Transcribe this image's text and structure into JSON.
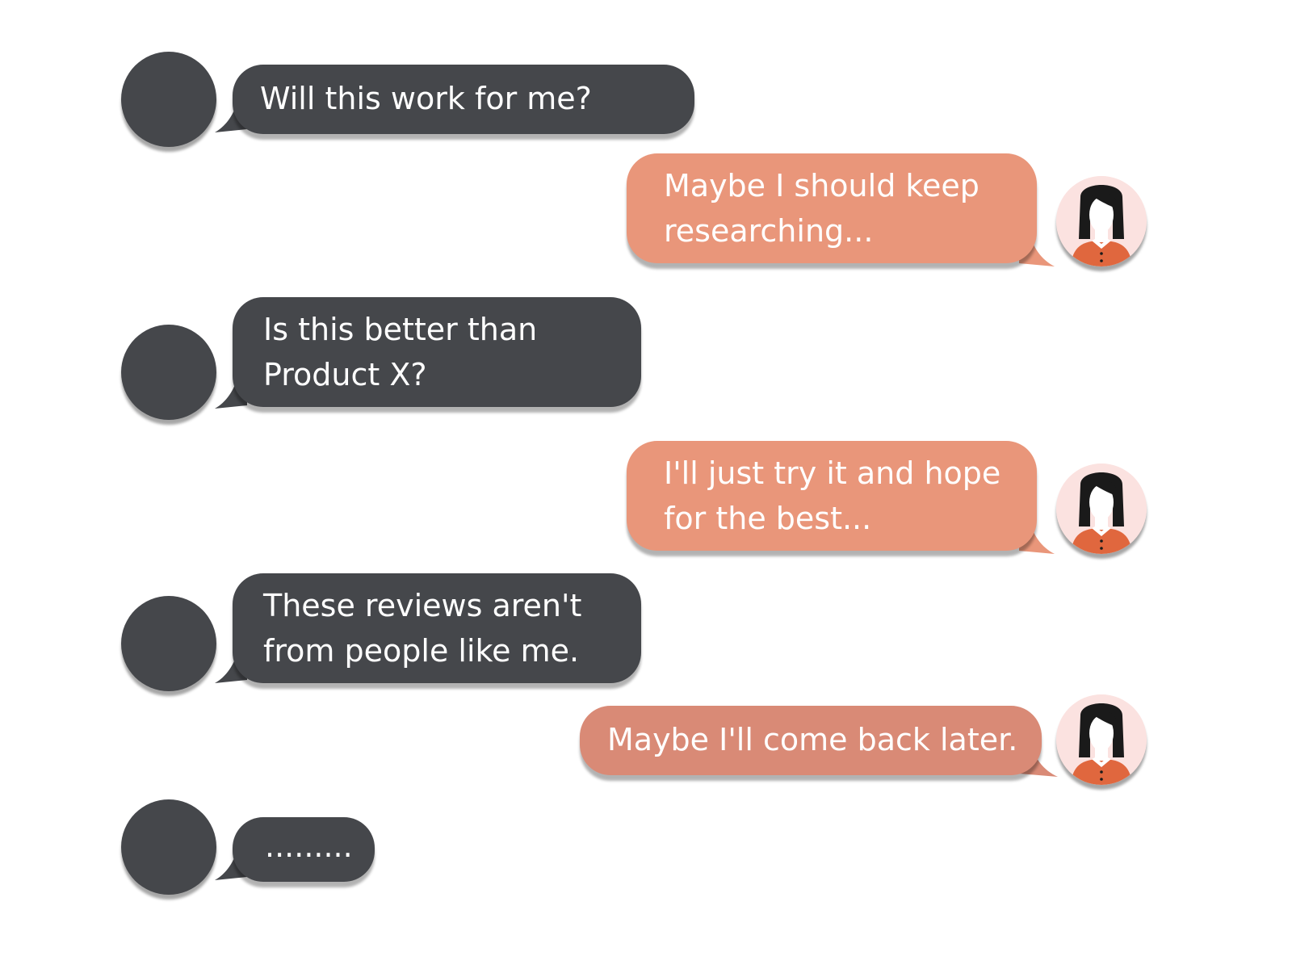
{
  "colors": {
    "bot_bubble": "#45474b",
    "user_bubble": "#e9967a",
    "user_bubble_alt": "#d98a76",
    "user_avatar_bg": "#fbe2e0",
    "user_avatar_shirt": "#e0673e",
    "text": "#ffffff"
  },
  "messages": [
    {
      "sender": "other",
      "lines": [
        "Will this work for me?"
      ]
    },
    {
      "sender": "user",
      "lines": [
        "Maybe I should keep",
        "researching..."
      ]
    },
    {
      "sender": "other",
      "lines": [
        "Is this better than",
        "Product X?"
      ]
    },
    {
      "sender": "user",
      "lines": [
        "I'll just try it and hope",
        "for the best..."
      ]
    },
    {
      "sender": "other",
      "lines": [
        "These reviews aren't",
        "from people like me."
      ]
    },
    {
      "sender": "user",
      "lines": [
        "Maybe I'll come back later."
      ]
    },
    {
      "sender": "other",
      "lines": [
        "........."
      ]
    }
  ],
  "icons": {
    "other_avatar": "avatar-circle-icon",
    "user_avatar": "woman-avatar-icon"
  }
}
